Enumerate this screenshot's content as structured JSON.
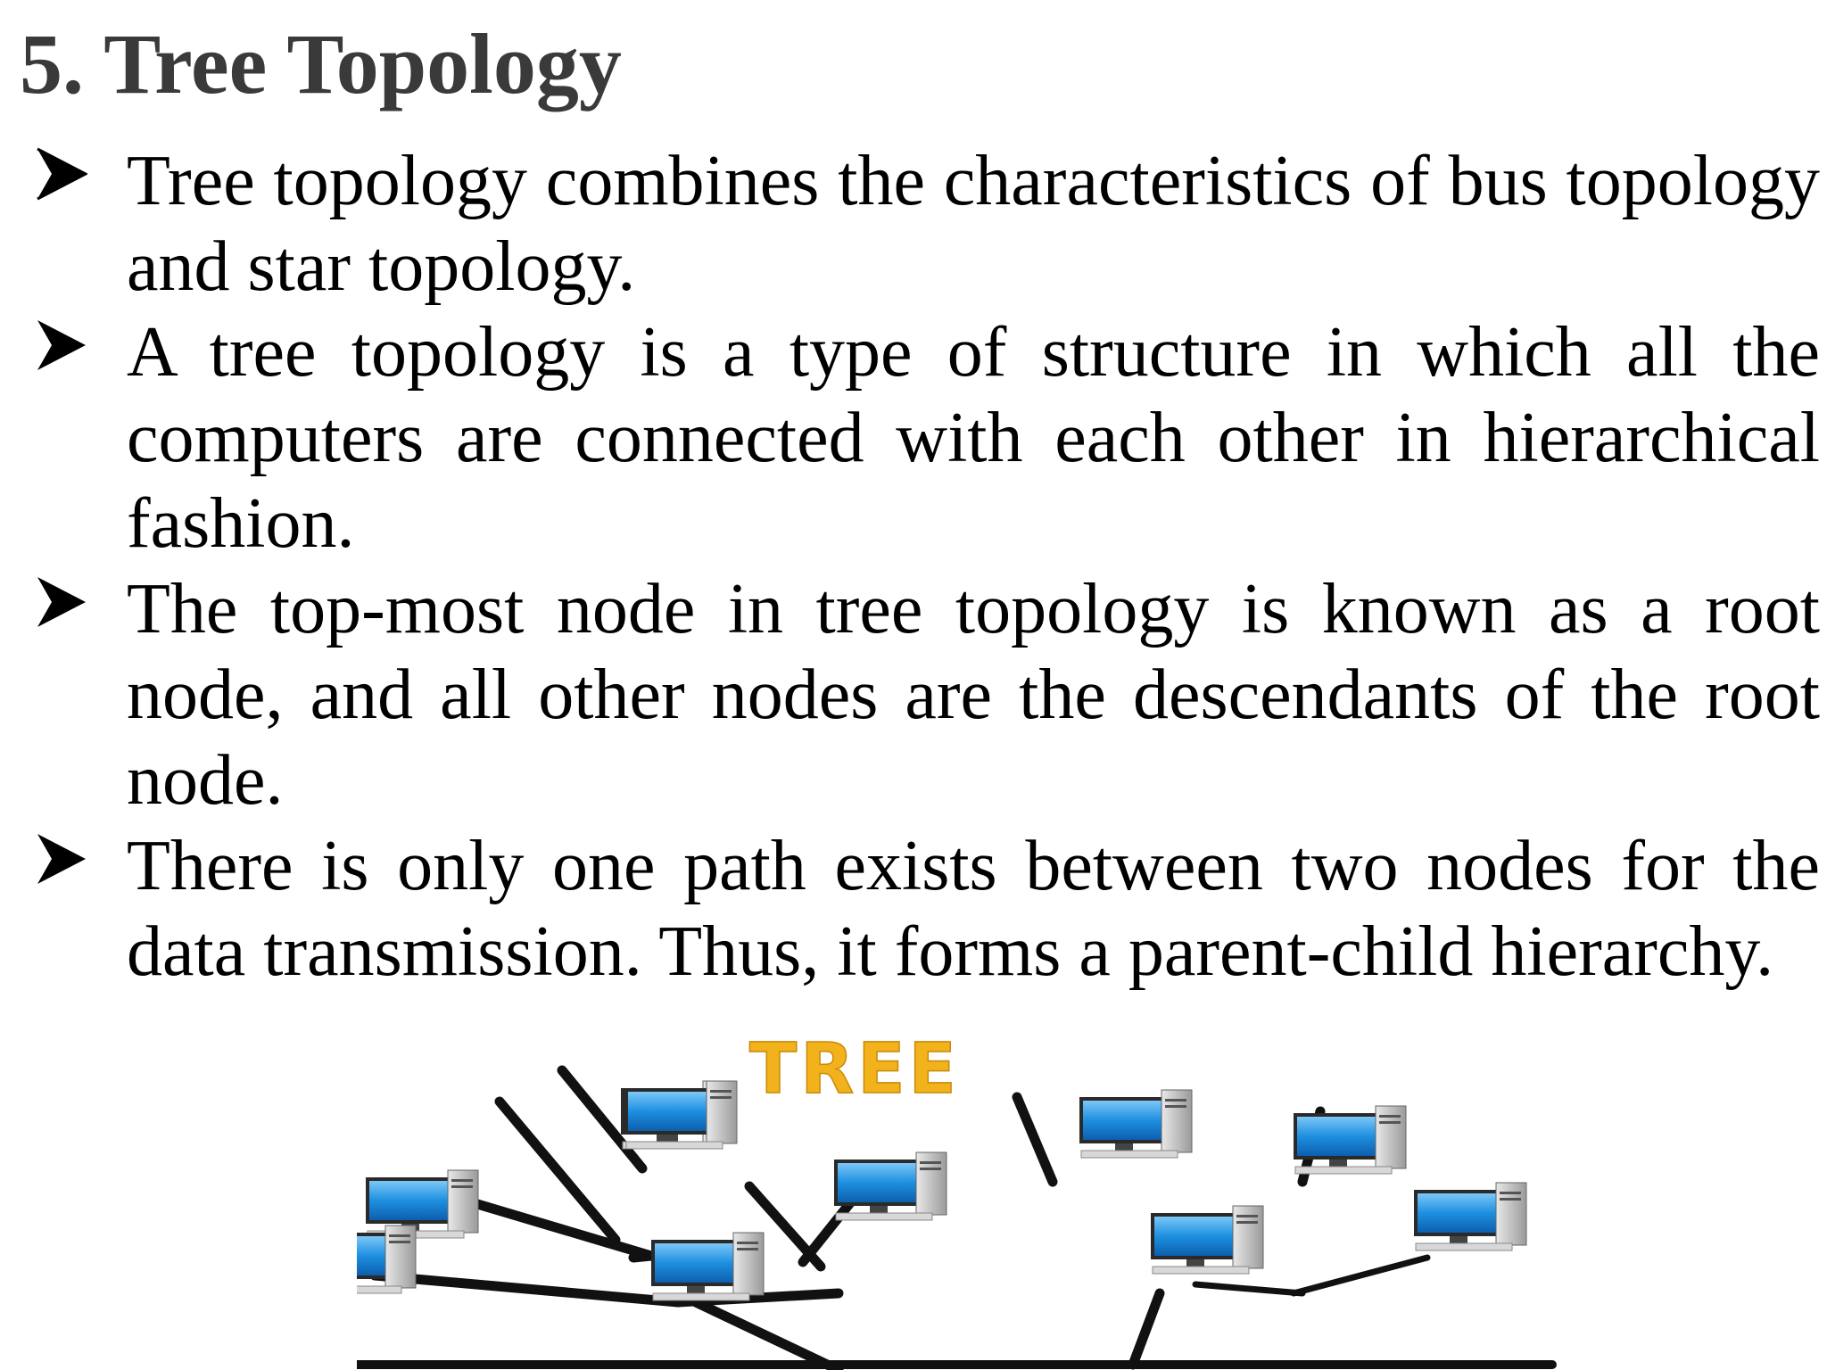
{
  "slide": {
    "title": "5. Tree Topology",
    "bullets": [
      {
        "icon": "arrowhead-bullet-icon",
        "text": "Tree topology combines the characteristics of bus topology and star topology."
      },
      {
        "icon": "arrowhead-bullet-icon",
        "text": "A tree topology is a type of structure in which all the computers are connected with each other in hierarchical fashion."
      },
      {
        "icon": "arrowhead-bullet-icon",
        "text": "The top-most node in tree topology is known as a root node, and all other nodes are the descendants of the root node."
      },
      {
        "icon": "arrowhead-bullet-icon",
        "text": "There is only one path exists between two nodes for the data transmission. Thus, it forms a parent-child hierarchy."
      }
    ]
  },
  "figure": {
    "label": "TREE",
    "computer_icon": "desktop-computer-icon",
    "colors": {
      "screen": "#1e8fe0",
      "cable": "#111111",
      "label_fill": "#f2b21c"
    }
  }
}
